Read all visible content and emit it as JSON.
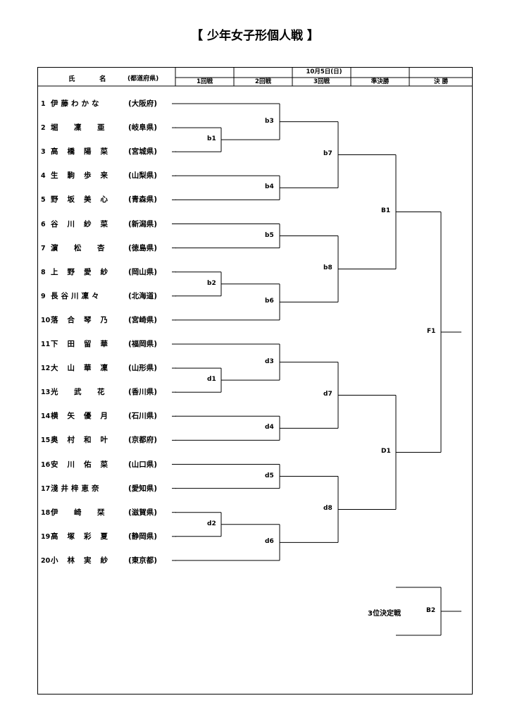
{
  "title": "【 少年女子形個人戦 】",
  "header": {
    "name_char1": "氏",
    "name_char2": "名",
    "prefecture": "(都道府県)",
    "date": "10月5日(日)",
    "rounds": [
      "1回戦",
      "2回戦",
      "3回戦",
      "準決勝",
      "決 勝"
    ]
  },
  "players": [
    {
      "no": "1",
      "name": "伊藤わかな",
      "pref": "(大阪府)"
    },
    {
      "no": "2",
      "name": "堀　凜　亜",
      "pref": "(岐阜県)"
    },
    {
      "no": "3",
      "name": "高橋陽菜",
      "pref": "(宮城県)"
    },
    {
      "no": "4",
      "name": "生駒歩来",
      "pref": "(山梨県)"
    },
    {
      "no": "5",
      "name": "野坂美心",
      "pref": "(青森県)"
    },
    {
      "no": "6",
      "name": "谷川紗菜",
      "pref": "(新潟県)"
    },
    {
      "no": "7",
      "name": "濵　松　杏",
      "pref": "(徳島県)"
    },
    {
      "no": "8",
      "name": "上野愛紗",
      "pref": "(岡山県)"
    },
    {
      "no": "9",
      "name": "長谷川凜々",
      "pref": "(北海道)"
    },
    {
      "no": "10",
      "name": "落合琴乃",
      "pref": "(宮崎県)"
    },
    {
      "no": "11",
      "name": "下田留華",
      "pref": "(福岡県)"
    },
    {
      "no": "12",
      "name": "大山華凜",
      "pref": "(山形県)"
    },
    {
      "no": "13",
      "name": "光　武　花",
      "pref": "(香川県)"
    },
    {
      "no": "14",
      "name": "横矢優月",
      "pref": "(石川県)"
    },
    {
      "no": "15",
      "name": "奥村和叶",
      "pref": "(京都府)"
    },
    {
      "no": "16",
      "name": "安川佑菜",
      "pref": "(山口県)"
    },
    {
      "no": "17",
      "name": "淺井梓恵奈",
      "pref": "(愛知県)"
    },
    {
      "no": "18",
      "name": "伊　崎　栞",
      "pref": "(滋賀県)"
    },
    {
      "no": "19",
      "name": "高塚彩夏",
      "pref": "(静岡県)"
    },
    {
      "no": "20",
      "name": "小林実紗",
      "pref": "(東京都)"
    }
  ],
  "matches": {
    "b1": "b1",
    "b2": "b2",
    "b3": "b3",
    "b4": "b4",
    "b5": "b5",
    "b6": "b6",
    "b7": "b7",
    "b8": "b8",
    "B1": "B1",
    "d1": "d1",
    "d2": "d2",
    "d3": "d3",
    "d4": "d4",
    "d5": "d5",
    "d6": "d6",
    "d7": "d7",
    "d8": "d8",
    "D1": "D1",
    "F1": "F1",
    "B2": "B2"
  },
  "third_place_label": "3位決定戦"
}
